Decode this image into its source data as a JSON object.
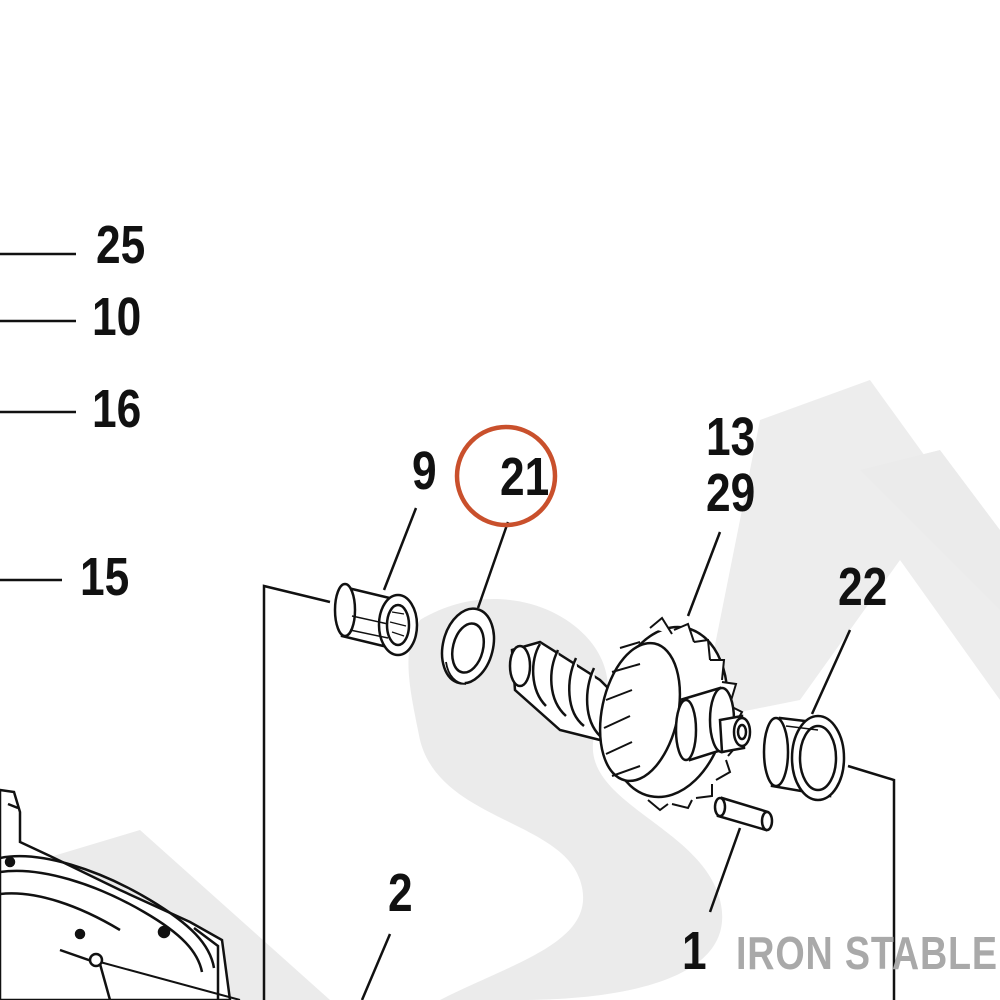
{
  "diagram": {
    "callouts": [
      {
        "id": "25",
        "label": "25"
      },
      {
        "id": "10",
        "label": "10"
      },
      {
        "id": "16",
        "label": "16"
      },
      {
        "id": "15",
        "label": "15"
      },
      {
        "id": "9",
        "label": "9"
      },
      {
        "id": "21",
        "label": "21"
      },
      {
        "id": "13",
        "label": "13"
      },
      {
        "id": "29",
        "label": "29"
      },
      {
        "id": "22",
        "label": "22"
      },
      {
        "id": "2",
        "label": "2"
      },
      {
        "id": "1",
        "label": "1"
      }
    ],
    "highlighted_callout": "21",
    "highlight_color": "#c9502c",
    "line_color": "#111111"
  },
  "watermark": {
    "text": "IRON STABLE",
    "color": "#a9a9a9",
    "background_mark_color": "#ebebeb"
  }
}
